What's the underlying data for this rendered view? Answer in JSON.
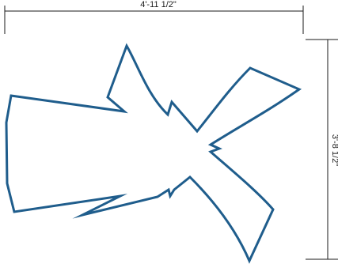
{
  "dimensions": {
    "width_label": "4'-11 1/2\"",
    "height_label": "3'-8 1/2\""
  },
  "shape": {
    "name": "irregular-cutout",
    "outline_color": "#1f5d8c"
  },
  "colors": {
    "dimension_lines": "#1a1a1a",
    "background": "#ffffff"
  }
}
